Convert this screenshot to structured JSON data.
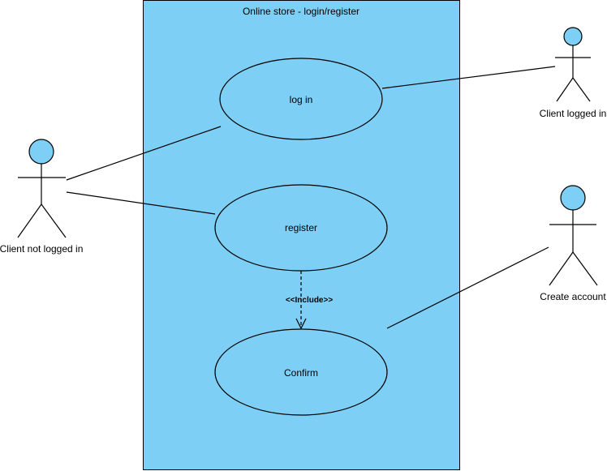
{
  "system": {
    "title": "Online store - login/register"
  },
  "use_cases": {
    "login": "log in",
    "register": "register",
    "confirm": "Confirm"
  },
  "actors": {
    "client_not_logged_in": "Client not logged in",
    "client_logged_in": "Client logged in",
    "create_account": "Create account"
  },
  "relations": {
    "include_label": "<<Include>>"
  },
  "colors": {
    "system_fill": "#7ecff5",
    "actor_head_fill": "#7ecff5",
    "line": "#000000"
  }
}
